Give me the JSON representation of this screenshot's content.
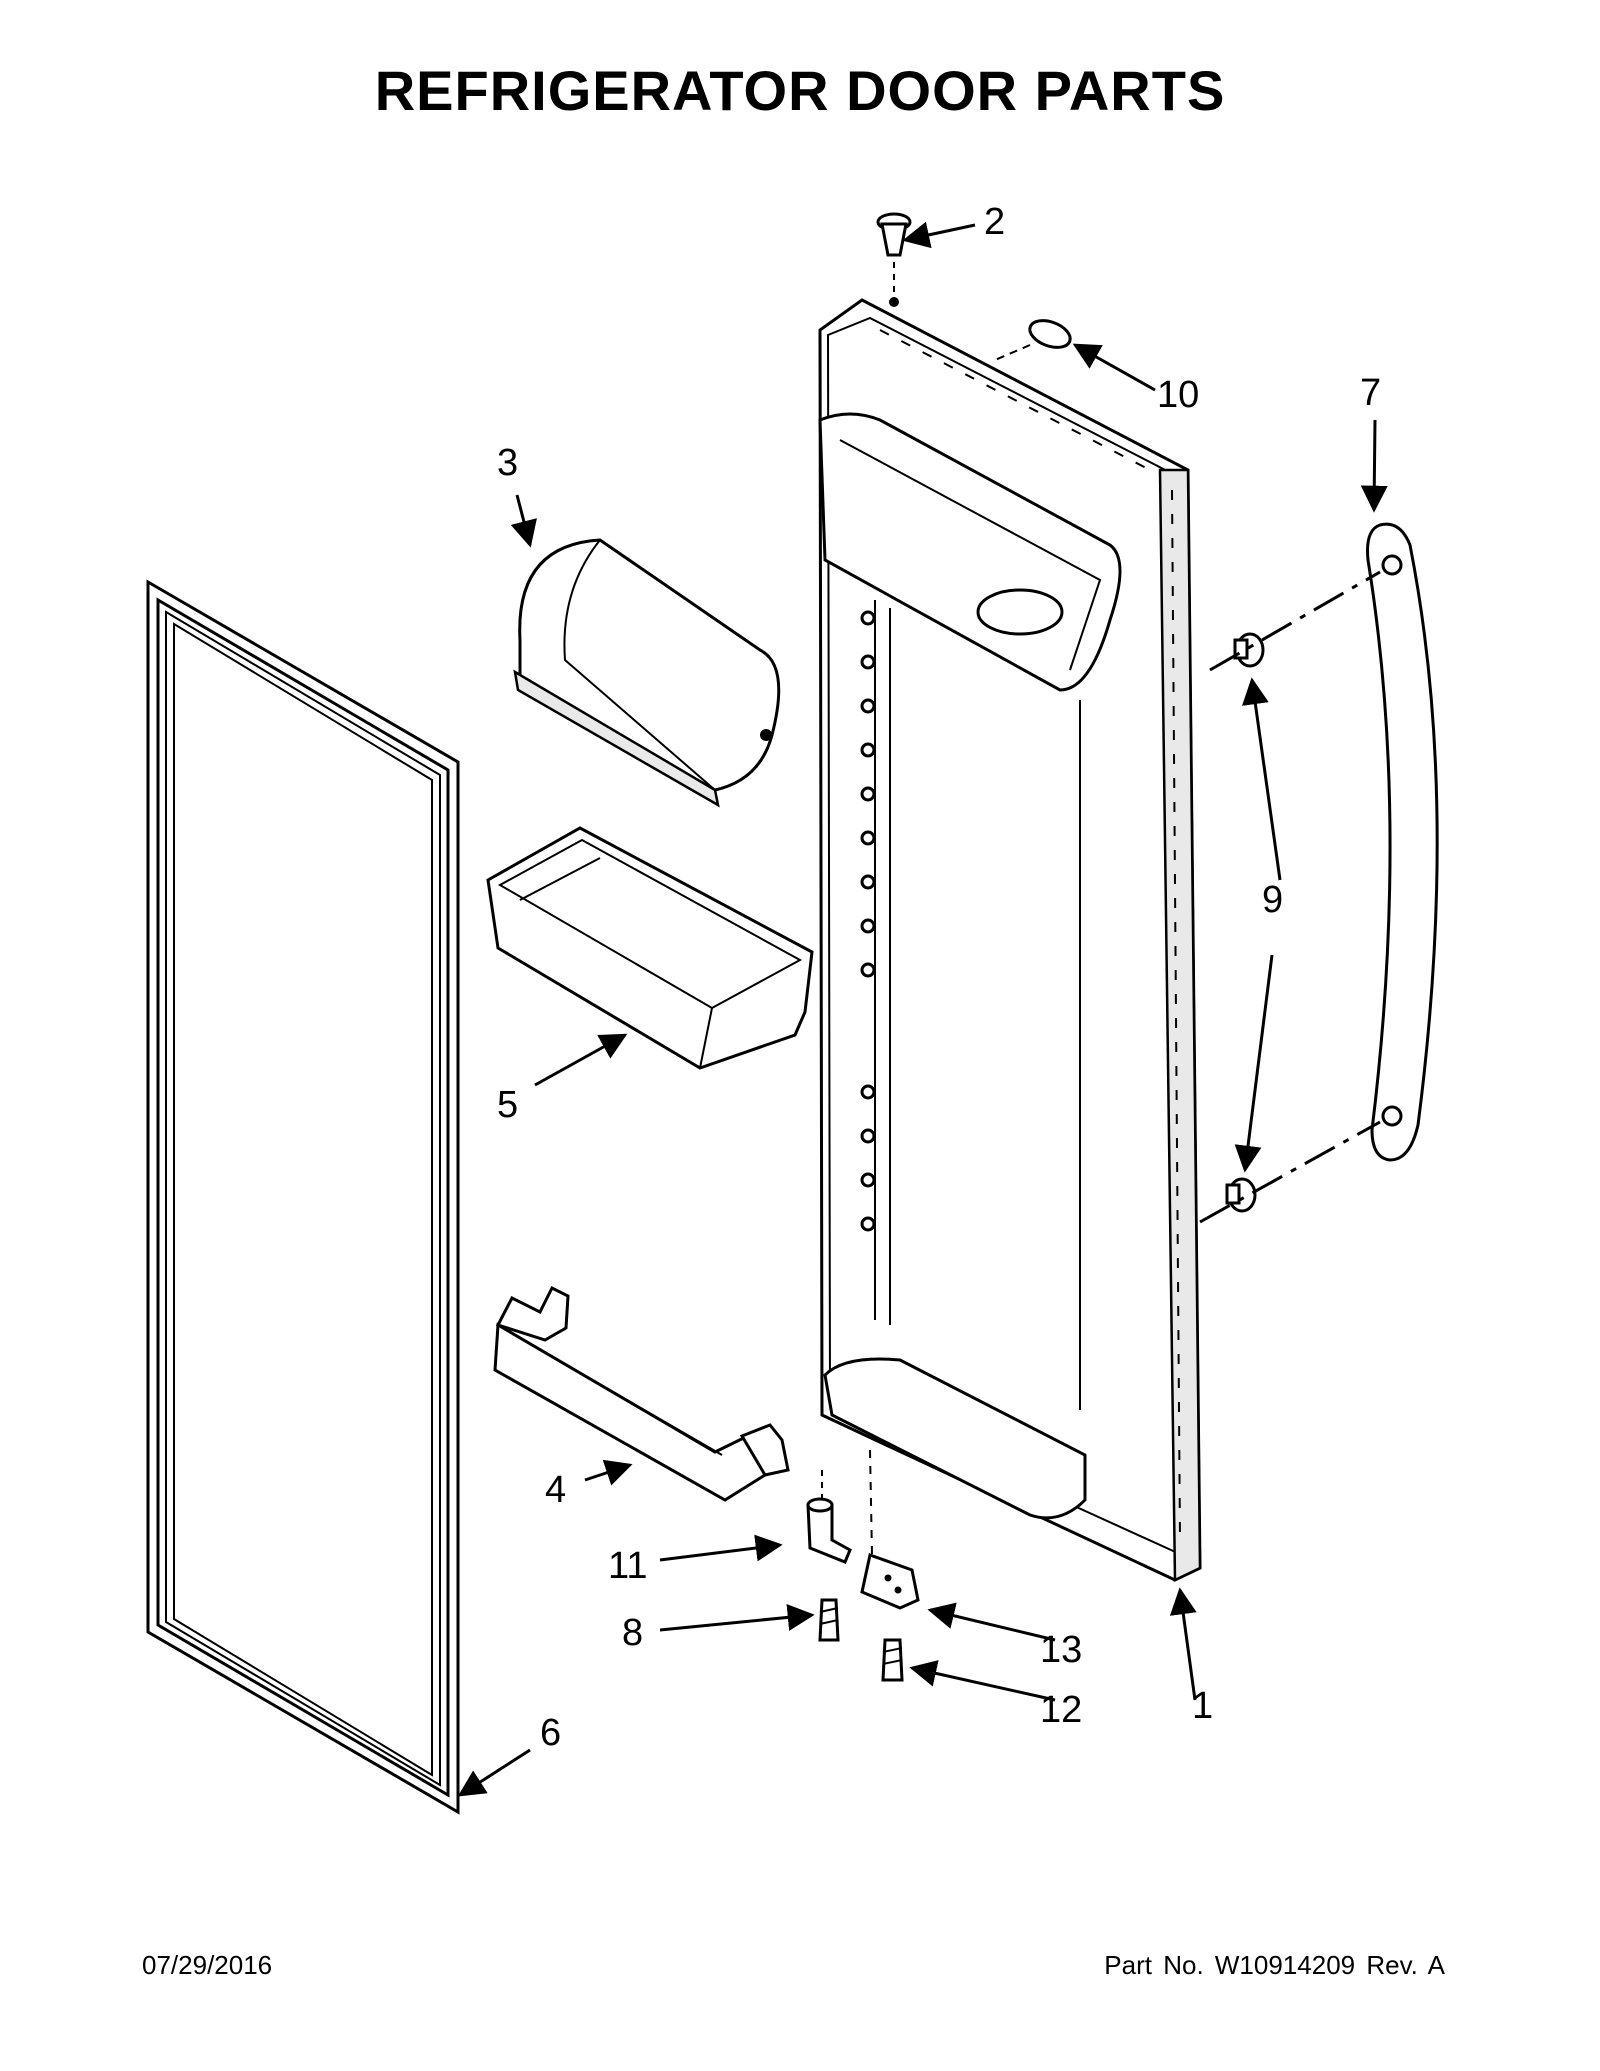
{
  "title": "REFRIGERATOR DOOR PARTS",
  "footer": {
    "date": "07/29/2016",
    "part_no": "Part No.  W10914209  Rev.  A"
  },
  "callouts": {
    "c1": "1",
    "c2": "2",
    "c3": "3",
    "c4": "4",
    "c5": "5",
    "c6": "6",
    "c7": "7",
    "c8": "8",
    "c9": "9",
    "c10": "10",
    "c11": "11",
    "c12": "12",
    "c13": "13"
  }
}
